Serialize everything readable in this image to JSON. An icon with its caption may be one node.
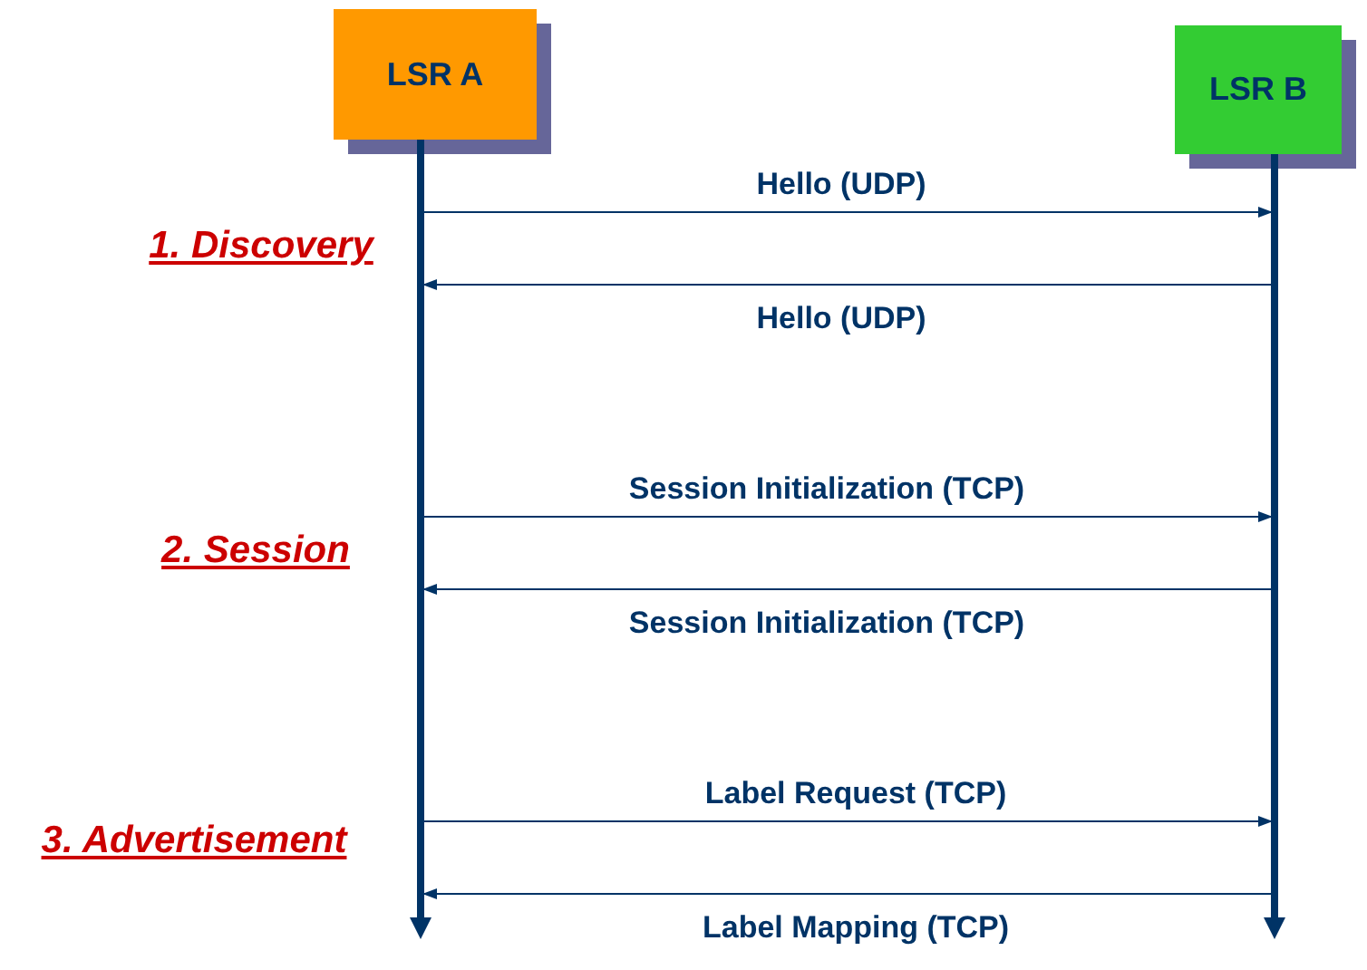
{
  "diagram": {
    "nodes": [
      {
        "text": [
          "LSR A"
        ]
      },
      {
        "text": [
          "LSR B"
        ]
      },
      {
        "text": [],
        "shape": "bar"
      },
      {
        "text": [],
        "shape": "bar"
      }
    ],
    "edges": [
      {
        "from": 2,
        "to": 3,
        "arrow": "to",
        "label": "Hello (UDP)"
      },
      {
        "from": 3,
        "to": 2,
        "arrow": "to",
        "label": "Hello (UDP)"
      },
      {
        "from": 2,
        "to": 3,
        "arrow": "to",
        "label": "Session Initialization (TCP)"
      },
      {
        "from": 3,
        "to": 2,
        "arrow": "to",
        "label": "Session Initialization (TCP)"
      },
      {
        "from": 2,
        "to": 3,
        "arrow": "to",
        "label": "Label Request (TCP)"
      },
      {
        "from": 3,
        "to": 2,
        "arrow": "to",
        "label": "Label Mapping (TCP)"
      }
    ],
    "labels": [
      "1. Discovery",
      "2. Session",
      "3. Advertisement"
    ]
  }
}
